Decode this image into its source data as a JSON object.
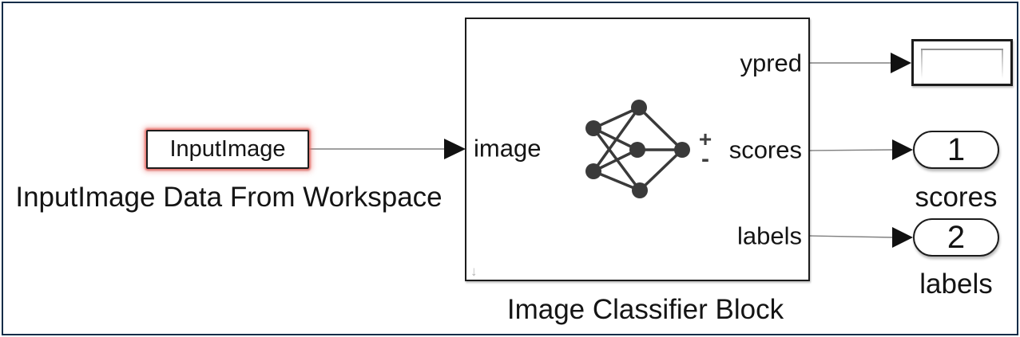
{
  "diagram": {
    "source_block": {
      "name": "InputImage",
      "label": "InputImage Data From Workspace"
    },
    "classifier_block": {
      "label": "Image Classifier Block",
      "input_port": "image",
      "output_ports": [
        "ypred",
        "scores",
        "labels"
      ],
      "plus_sign": "+",
      "minus_sign": "-"
    },
    "outports": [
      {
        "value": "1",
        "label": "scores"
      },
      {
        "value": "2",
        "label": "labels"
      }
    ],
    "icons": {
      "down_arrow": "↓",
      "neural_network": "neural-network-icon"
    },
    "colors": {
      "frame": "#0e2c48",
      "block_border": "#1c1c1c",
      "selection_glow": "#e86a64",
      "signal_line": "#808080",
      "arrowhead": "#111111",
      "nn_icon": "#3a3a3a"
    }
  }
}
